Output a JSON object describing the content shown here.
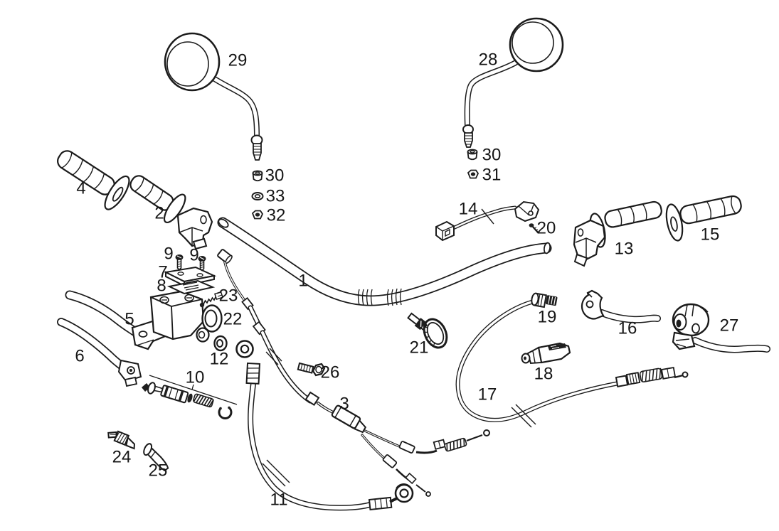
{
  "figure": {
    "type": "exploded-parts-diagram",
    "subject": "handlebar-controls-assembly",
    "background_color": "#ffffff",
    "line_color": "#1b1b1b",
    "label_color": "#161616"
  },
  "labels": [
    {
      "text": "29",
      "name": "mirror-left"
    },
    {
      "text": "28",
      "name": "mirror-right"
    },
    {
      "text": "30",
      "name": "bushing-left"
    },
    {
      "text": "33",
      "name": "washer-left"
    },
    {
      "text": "32",
      "name": "nut-left"
    },
    {
      "text": "30",
      "name": "bushing-right"
    },
    {
      "text": "31",
      "name": "nut-right"
    },
    {
      "text": "14",
      "name": "switch-wire"
    },
    {
      "text": "20",
      "name": "switch-screw"
    },
    {
      "text": "4",
      "name": "grip-left"
    },
    {
      "text": "2",
      "name": "throttle-left"
    },
    {
      "text": "13",
      "name": "throttle-right"
    },
    {
      "text": "15",
      "name": "grip-right"
    },
    {
      "text": "9",
      "name": "cover-screw-a"
    },
    {
      "text": "9",
      "name": "cover-screw-b"
    },
    {
      "text": "7",
      "name": "reservoir-cover"
    },
    {
      "text": "8",
      "name": "cover-gasket"
    },
    {
      "text": "1",
      "name": "handlebar"
    },
    {
      "text": "23",
      "name": "bleeder-spring"
    },
    {
      "text": "22",
      "name": "clamp-ring"
    },
    {
      "text": "5",
      "name": "master-cylinder-lever"
    },
    {
      "text": "19",
      "name": "cable-adjuster"
    },
    {
      "text": "16",
      "name": "lever-right"
    },
    {
      "text": "27",
      "name": "clutch-lever-assembly"
    },
    {
      "text": "21",
      "name": "hose-clamp"
    },
    {
      "text": "6",
      "name": "lever-left"
    },
    {
      "text": "12",
      "name": "seal-washer"
    },
    {
      "text": "26",
      "name": "hex-bolt"
    },
    {
      "text": "10",
      "name": "piston-kit"
    },
    {
      "text": "18",
      "name": "adjuster-cover"
    },
    {
      "text": "17",
      "name": "clutch-cable"
    },
    {
      "text": "3",
      "name": "throttle-cable"
    },
    {
      "text": "24",
      "name": "adjuster-screw"
    },
    {
      "text": "25",
      "name": "rubber-boot"
    },
    {
      "text": "11",
      "name": "brake-hose"
    }
  ]
}
